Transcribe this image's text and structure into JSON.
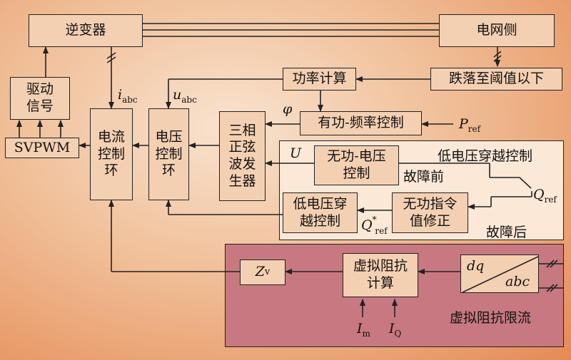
{
  "blocks": {
    "inverter": "逆变器",
    "grid_side": "电网侧",
    "drive_signal": "驱动\n信号",
    "svpwm": "SVPWM",
    "current_loop": "电流\n控制\n环",
    "voltage_loop": "电压\n控制\n环",
    "three_phase_sine": "三相\n正弦\n波发\n生器",
    "power_calc": "功率计算",
    "drop_below_threshold": "跌落至阈值以下",
    "active_freq_control": "有功-频率控制",
    "reactive_voltage_control": "无功-电压\n控制",
    "lvrt_control_block": "低电压穿\n越控制",
    "reactive_cmd_correction": "无功指令\n值修正",
    "zv_box": "Z",
    "zv_sub": "v",
    "virtual_impedance_calc": "虚拟阻抗\n计算",
    "dq": "dq",
    "abc": "abc"
  },
  "labels": {
    "i_abc": "i",
    "i_abc_sub": "abc",
    "u_abc": "u",
    "u_abc_sub": "abc",
    "phi": "φ",
    "p_ref": "P",
    "p_ref_sub": "ref",
    "u": "U",
    "q_ref": "Q",
    "q_ref_sub": "ref",
    "q_ref_star": "Q",
    "q_ref_star_sup": "*",
    "q_ref_star_sub": "ref",
    "lvrt_title": "低电压穿越控制",
    "before_fault": "故障前",
    "after_fault": "故障后",
    "i_m": "I",
    "i_m_sub": "m",
    "i_q": "I",
    "i_q_sub": "Q",
    "virtual_impedance_limit": "虚拟阻抗限流"
  },
  "colors": {
    "lvrt_region": "#fbe8d6",
    "vi_region": "#c77880",
    "box_fill": "#f4d0b3",
    "line": "#222222"
  }
}
